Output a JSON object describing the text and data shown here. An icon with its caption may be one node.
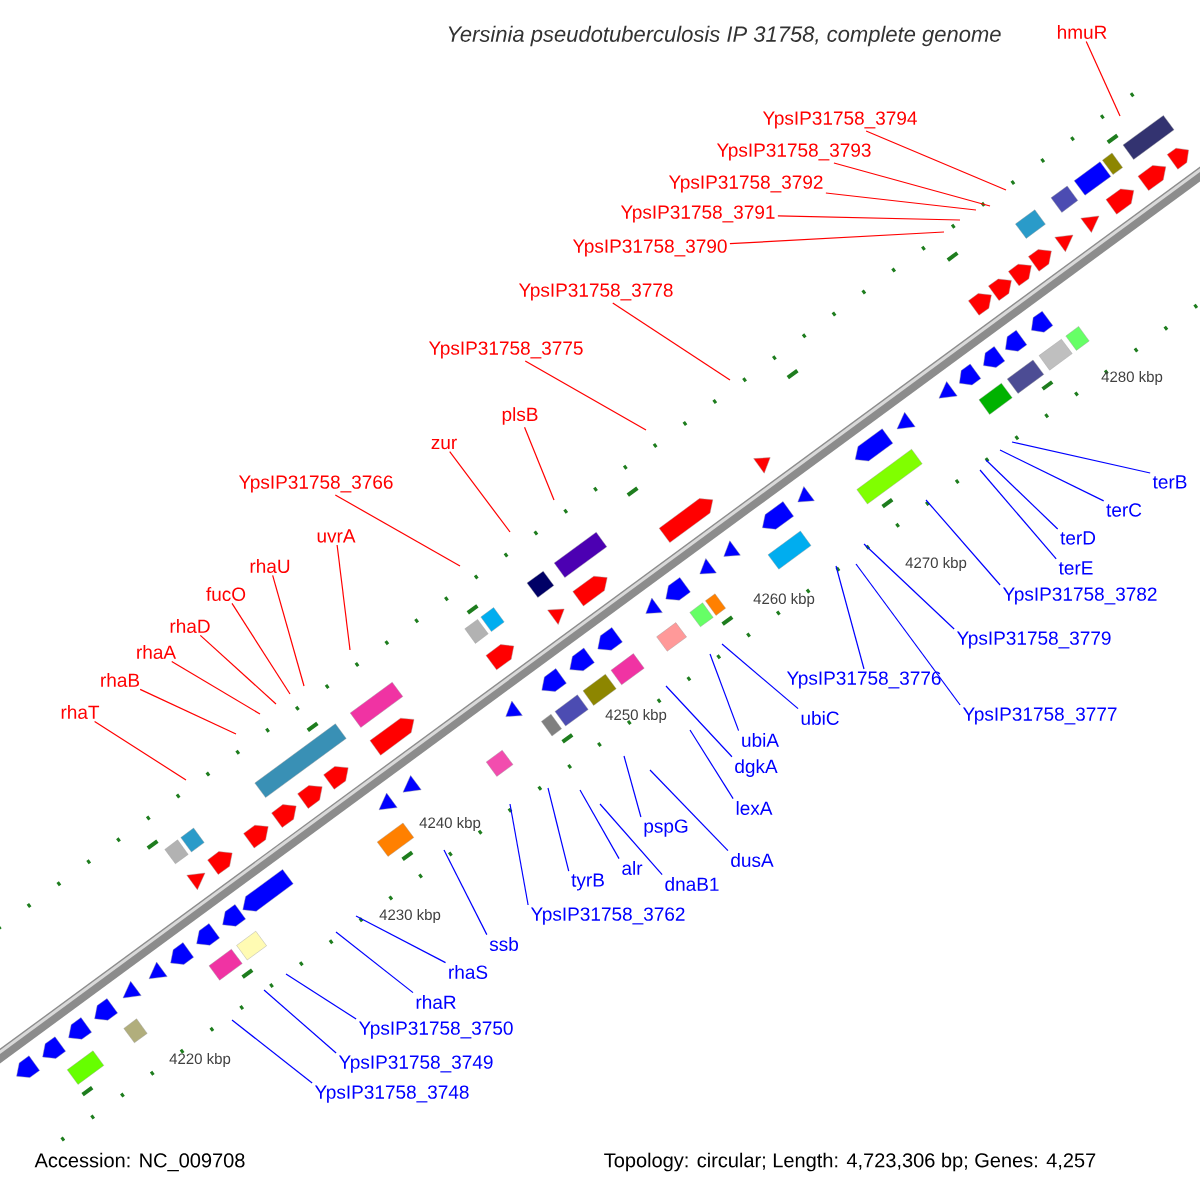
{
  "diagram": {
    "title": "*Yersinia pseudotuberculosis* IP 31758, complete genome",
    "nodes": [
      {
        "text": [
          "hmuR"
        ]
      },
      {
        "text": [
          "YpsIP31758_3794"
        ]
      },
      {
        "text": [
          "YpsIP31758_3793"
        ]
      },
      {
        "text": [
          "YpsIP31758_3792"
        ]
      },
      {
        "text": [
          "YpsIP31758_3791"
        ]
      },
      {
        "text": [
          "YpsIP31758_3790"
        ]
      },
      {
        "text": [
          "YpsIP31758_3778"
        ]
      },
      {
        "text": [
          "YpsIP31758_3775"
        ]
      },
      {
        "text": [
          "plsB"
        ]
      },
      {
        "text": [
          "zur"
        ]
      },
      {
        "text": [
          "YpsIP31758_3766"
        ]
      },
      {
        "text": [
          "uvrA"
        ]
      },
      {
        "text": [
          "rhaU"
        ]
      },
      {
        "text": [
          "fucO"
        ]
      },
      {
        "text": [
          "rhaD"
        ]
      },
      {
        "text": [
          "rhaA"
        ]
      },
      {
        "text": [
          "rhaB"
        ]
      },
      {
        "text": [
          "rhaT"
        ]
      },
      {
        "text": [
          "terB"
        ]
      },
      {
        "text": [
          "terC"
        ]
      },
      {
        "text": [
          "terD"
        ]
      },
      {
        "text": [
          "terE"
        ]
      },
      {
        "text": [
          "YpsIP31758_3782"
        ]
      },
      {
        "text": [
          "YpsIP31758_3779"
        ]
      },
      {
        "text": [
          "YpsIP31758_3776"
        ]
      },
      {
        "text": [
          "YpsIP31758_3777"
        ]
      },
      {
        "text": [
          "ubiC"
        ]
      },
      {
        "text": [
          "ubiA"
        ]
      },
      {
        "text": [
          "dgkA"
        ]
      },
      {
        "text": [
          "lexA"
        ]
      },
      {
        "text": [
          "dusA"
        ]
      },
      {
        "text": [
          "pspG"
        ]
      },
      {
        "text": [
          "dnaB1"
        ]
      },
      {
        "text": [
          "alr"
        ]
      },
      {
        "text": [
          "tyrB"
        ]
      },
      {
        "text": [
          "YpsIP31758_3762"
        ]
      },
      {
        "text": [
          "ssb"
        ]
      },
      {
        "text": [
          "rhaS"
        ]
      },
      {
        "text": [
          "rhaR"
        ]
      },
      {
        "text": [
          "YpsIP31758_3750"
        ]
      },
      {
        "text": [
          "YpsIP31758_3749"
        ]
      },
      {
        "text": [
          "YpsIP31758_3748"
        ]
      }
    ],
    "edges": [
      {
        "from": 0,
        "to": null,
        "arrow": "none",
        "color": "#ff0000"
      },
      {
        "from": 1,
        "to": null,
        "arrow": "none",
        "color": "#ff0000"
      },
      {
        "from": 2,
        "to": null,
        "arrow": "none",
        "color": "#ff0000"
      },
      {
        "from": 3,
        "to": null,
        "arrow": "none",
        "color": "#ff0000"
      },
      {
        "from": 4,
        "to": null,
        "arrow": "none",
        "color": "#ff0000"
      },
      {
        "from": 5,
        "to": null,
        "arrow": "none",
        "color": "#ff0000"
      },
      {
        "from": 6,
        "to": null,
        "arrow": "none",
        "color": "#ff0000"
      },
      {
        "from": 7,
        "to": null,
        "arrow": "none",
        "color": "#ff0000"
      },
      {
        "from": 8,
        "to": null,
        "arrow": "none",
        "color": "#ff0000"
      },
      {
        "from": 9,
        "to": null,
        "arrow": "none",
        "color": "#ff0000"
      },
      {
        "from": 10,
        "to": null,
        "arrow": "none",
        "color": "#ff0000"
      },
      {
        "from": 11,
        "to": null,
        "arrow": "none",
        "color": "#ff0000"
      },
      {
        "from": 12,
        "to": null,
        "arrow": "none",
        "color": "#ff0000"
      },
      {
        "from": 13,
        "to": null,
        "arrow": "none",
        "color": "#ff0000"
      },
      {
        "from": 14,
        "to": null,
        "arrow": "none",
        "color": "#ff0000"
      },
      {
        "from": 15,
        "to": null,
        "arrow": "none",
        "color": "#ff0000"
      },
      {
        "from": 16,
        "to": null,
        "arrow": "none",
        "color": "#ff0000"
      },
      {
        "from": 17,
        "to": null,
        "arrow": "none",
        "color": "#ff0000"
      },
      {
        "from": 18,
        "to": null,
        "arrow": "none"
      },
      {
        "from": 19,
        "to": null,
        "arrow": "none"
      },
      {
        "from": 20,
        "to": null,
        "arrow": "none"
      },
      {
        "from": 21,
        "to": null,
        "arrow": "none"
      },
      {
        "from": 22,
        "to": null,
        "arrow": "none"
      },
      {
        "from": 23,
        "to": null,
        "arrow": "none"
      },
      {
        "from": 24,
        "to": null,
        "arrow": "none"
      },
      {
        "from": 25,
        "to": null,
        "arrow": "none"
      },
      {
        "from": 26,
        "to": null,
        "arrow": "none"
      },
      {
        "from": 27,
        "to": null,
        "arrow": "none"
      },
      {
        "from": 28,
        "to": null,
        "arrow": "none"
      },
      {
        "from": 29,
        "to": null,
        "arrow": "none"
      },
      {
        "from": 30,
        "to": null,
        "arrow": "none"
      },
      {
        "from": 31,
        "to": null,
        "arrow": "none"
      },
      {
        "from": 32,
        "to": null,
        "arrow": "none"
      },
      {
        "from": 33,
        "to": null,
        "arrow": "none"
      },
      {
        "from": 34,
        "to": null,
        "arrow": "none"
      },
      {
        "from": 35,
        "to": null,
        "arrow": "none"
      },
      {
        "from": 36,
        "to": null,
        "arrow": "none"
      },
      {
        "from": 37,
        "to": null,
        "arrow": "none"
      },
      {
        "from": 38,
        "to": null,
        "arrow": "none"
      },
      {
        "from": 39,
        "to": null,
        "arrow": "none"
      },
      {
        "from": 40,
        "to": null,
        "arrow": "none"
      },
      {
        "from": 41,
        "to": null,
        "arrow": "none"
      }
    ],
    "labels": [
      "4280 kbp",
      "4270 kbp",
      "4260 kbp",
      "4250 kbp",
      "4240 kbp",
      "4230 kbp",
      "4220 kbp",
      "Accession: NC_009708",
      "Topology: circular; Length: 4,723,306 bp; Genes: 4,257"
    ]
  }
}
